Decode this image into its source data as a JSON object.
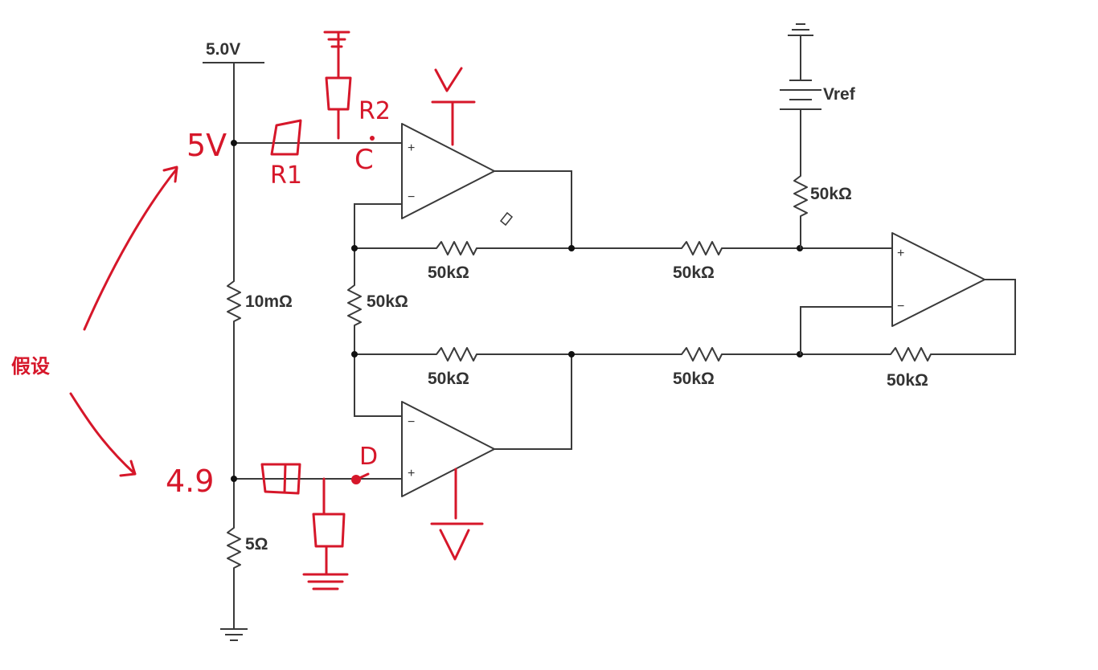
{
  "labels": {
    "supply": "5.0V",
    "vref": "Vref",
    "r_shunt": "10mΩ",
    "r_load": "5Ω",
    "r_gain": "50kΩ",
    "r_top_fb": "50kΩ",
    "r_bot_fb": "50kΩ",
    "r_top_in": "50kΩ",
    "r_bot_in": "50kΩ",
    "r_vref": "50kΩ",
    "r_out_fb": "50kΩ",
    "plus": "+",
    "minus": "−"
  },
  "annotations": {
    "assumption": "假设",
    "node_top_voltage": "5V",
    "node_bottom_voltage": "4.9",
    "r1": "R1",
    "r2": "R2",
    "node_c": "C",
    "node_d": "D",
    "supply_v": "V",
    "ink_color": "#d6172a"
  }
}
